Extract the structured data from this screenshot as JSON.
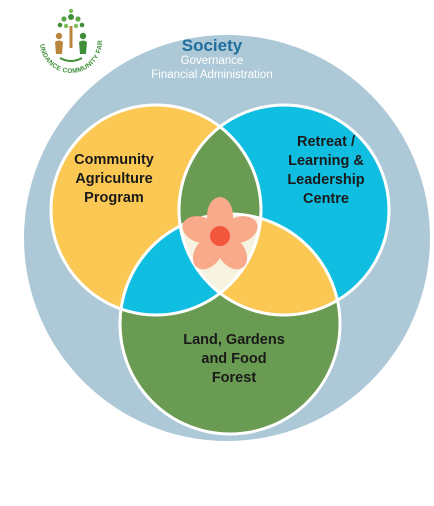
{
  "logo": {
    "text": "ABUNDANCE COMMUNITY FARM",
    "icon": "tree-with-people-icon"
  },
  "society": {
    "title": "Society",
    "line1": "Governance",
    "line2": "Financial Administration"
  },
  "circles": {
    "agriculture": {
      "line1": "Community",
      "line2": "Agriculture",
      "line3": "Program"
    },
    "retreat": {
      "line1": "Retreat /",
      "line2": "Learning &",
      "line3": "Leadership",
      "line4": "Centre"
    },
    "land": {
      "line1": "Land, Gardens",
      "line2": "and Food",
      "line3": "Forest"
    }
  },
  "center": {
    "icon": "flower-icon"
  },
  "colors": {
    "society_bg": "#adc8d6",
    "society_title": "#1f6f9f",
    "agriculture": "#fac853",
    "retreat": "#0fbee0",
    "land": "#6a9b52",
    "circle_border": "#ffffff",
    "center_bg": "#f6f3e1",
    "petal": "#f8aa8a",
    "flower_center": "#f2563d",
    "logo_green": "#3f8f3a",
    "logo_brown": "#b9843c"
  }
}
